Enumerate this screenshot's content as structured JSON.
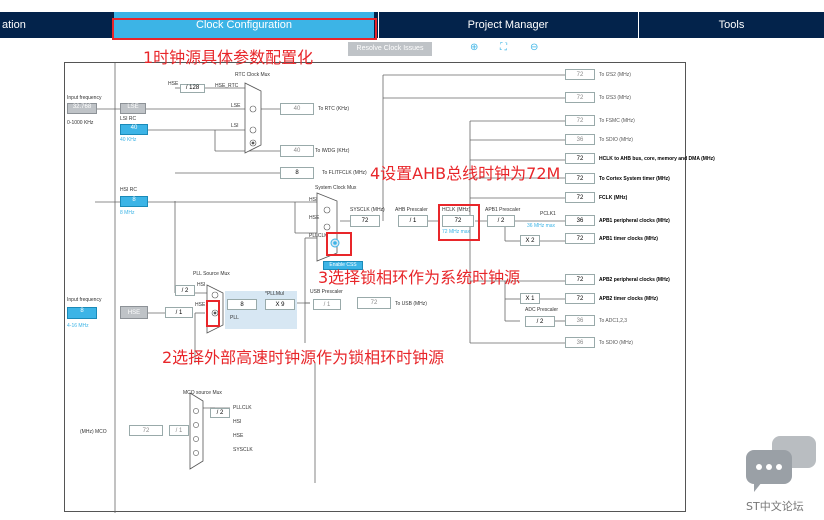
{
  "tabs": [
    {
      "label": "ation"
    },
    {
      "label": "Clock Configuration"
    },
    {
      "label": "Project Manager"
    },
    {
      "label": "Tools"
    }
  ],
  "toolbar": {
    "resolve_label": "Resolve Clock Issues"
  },
  "annotations": {
    "a1": "1时钟源具体参数配置化",
    "a2": "2选择外部高速时钟源作为锁相环时钟源",
    "a3": "3选择锁相环作为系统时钟源",
    "a4": "4设置AHB总线时钟为72M"
  },
  "left": {
    "input_freq1": "Input frequency",
    "lse_val": "32.768",
    "lse_range": "0-1000 KHz",
    "lse": "LSE",
    "lsi_rc": "LSI RC",
    "lsi_val": "40",
    "lsi_khz": "40 KHz",
    "hsi_rc": "HSI RC",
    "hsi_val": "8",
    "hsi_mhz": "8 MHz",
    "input_freq2": "Input frequency",
    "hse_val": "8",
    "hse_range": "4-16 MHz",
    "hse": "HSE"
  },
  "rtc": {
    "mux": "RTC Clock Mux",
    "hse_in": "HSE",
    "div128": "/ 128",
    "hse_rtc": "HSE_RTC",
    "lse_in": "LSE",
    "lsi_in": "LSI",
    "rtc_val": "40",
    "to_rtc": "To RTC (KHz)",
    "iwdg_val": "40",
    "to_iwdg": "To IWDG (KHz)",
    "flit_val": "8",
    "to_flit": "To FLITFCLK (MHz)"
  },
  "sys": {
    "mux": "System Clock Mux",
    "hsi": "HSI",
    "hse": "HSE",
    "pllclk": "PLLCLK",
    "sysclk_lbl": "SYSCLK (MHz)",
    "sysclk_val": "72",
    "ahb_pre": "AHB Prescaler",
    "ahb_div": "/ 1",
    "hclk_lbl": "HCLK (MHz)",
    "hclk_val": "72",
    "hclk_max": "72 MHz max",
    "enable_css": "Enable CSS",
    "apb1_pre": "APB1 Prescaler",
    "apb1_div": "/ 2",
    "pclk1": "PCLK1",
    "pclk1_max": "36 MHz max",
    "x2": "X 2"
  },
  "pll": {
    "mux": "PLL Source Mux",
    "div2": "/ 2",
    "hsi": "HSI",
    "hse": "HSE",
    "div1": "/ 1",
    "val": "8",
    "mul_lbl": "*PLLMul",
    "mul": "X 9",
    "pll": "PLL",
    "usb_pre": "USB Prescaler",
    "usb_div": "/ 1",
    "usb_val": "72",
    "to_usb": "To USB (MHz)"
  },
  "outputs": [
    {
      "value": "72",
      "label": "To I2S2 (MHz)",
      "bold": false
    },
    {
      "value": "72",
      "label": "To I2S3 (MHz)",
      "bold": false
    },
    {
      "value": "72",
      "label": "To FSMC (MHz)",
      "bold": false
    },
    {
      "value": "36",
      "label": "To SDIO (MHz)",
      "bold": false
    },
    {
      "value": "72",
      "label": "HCLK to AHB bus, core, memory and DMA (MHz)",
      "bold": true
    },
    {
      "value": "72",
      "label": "To Cortex System timer (MHz)",
      "bold": true
    },
    {
      "value": "72",
      "label": "FCLK (MHz)",
      "bold": true
    },
    {
      "value": "36",
      "label": "APB1 peripheral clocks (MHz)",
      "bold": true
    },
    {
      "value": "72",
      "label": "APB1 timer clocks (MHz)",
      "bold": true
    },
    {
      "value": "72",
      "label": "APB2 peripheral clocks (MHz)",
      "bold": true
    },
    {
      "value": "72",
      "label": "APB2 timer clocks (MHz)",
      "bold": true
    },
    {
      "value": "36",
      "label": "To ADC1,2,3",
      "bold": false
    },
    {
      "value": "36",
      "label": "To SDIO (MHz)",
      "bold": false
    }
  ],
  "apb2": {
    "x1": "X 1",
    "adc_pre": "ADC Prescaler",
    "adc_div": "/ 2"
  },
  "mco": {
    "mux": "MCO source Mux",
    "pllclk": "PLLCLK",
    "div2": "/ 2",
    "hsi": "HSI",
    "hse": "HSE",
    "sysclk": "SYSCLK",
    "out_lbl": "(MHz) MCO",
    "out_val": "72",
    "div1": "/ 1"
  },
  "watermark": {
    "text": "ST中文论坛"
  },
  "colors": {
    "accent": "#3cb4e6",
    "tabbar": "#03234b",
    "annotation": "#e8262a"
  }
}
